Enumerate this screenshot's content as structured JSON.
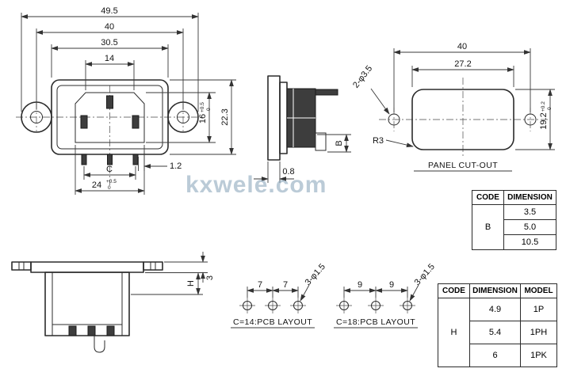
{
  "watermark": "kxwele.com",
  "front_view": {
    "dim_overall_width": "49.5",
    "dim_hole_spacing": "40",
    "dim_body_width": "30.5",
    "dim_top_opening": "14",
    "dim_recess_height": "16",
    "dim_recess_height_tol_plus": "+0.5",
    "dim_recess_height_tol_minus": "0",
    "dim_overall_height": "22.3",
    "dim_pin_offset": "1.2",
    "dim_pin_pitch": "C",
    "dim_recess_width": "24",
    "dim_recess_width_tol_plus": "+0.5",
    "dim_recess_width_tol_minus": "0"
  },
  "side_view": {
    "dim_flange_thickness": "0.8",
    "dim_code_b": "B"
  },
  "panel_cutout": {
    "dim_hole_spacing": "40",
    "dim_cutout_width": "27.2",
    "hole_callout": "2-φ3.5",
    "corner_radius": "R3",
    "dim_cutout_height": "19.2",
    "dim_cutout_height_tol_plus": "+0.2",
    "dim_cutout_height_tol_minus": "0",
    "label": "PANEL CUT-OUT"
  },
  "bottom_view": {
    "dim_code_h": "H",
    "dim_flange_thickness": "3"
  },
  "pcb_layout_c14": {
    "dim_pitch_left": "7",
    "dim_pitch_right": "7",
    "hole_callout": "3-φ1.5",
    "label": "C=14:PCB LAYOUT"
  },
  "pcb_layout_c18": {
    "dim_pitch_left": "9",
    "dim_pitch_right": "9",
    "hole_callout": "3-φ1.5",
    "label": "C=18:PCB LAYOUT"
  },
  "table_b": {
    "headers": [
      "CODE",
      "DIMENSION"
    ],
    "code": "B",
    "values": [
      "3.5",
      "5.0",
      "10.5"
    ]
  },
  "table_h": {
    "headers": [
      "CODE",
      "DIMENSION",
      "MODEL"
    ],
    "code": "H",
    "rows": [
      [
        "4.9",
        "1P"
      ],
      [
        "5.4",
        "1PH"
      ],
      [
        "6",
        "1PK"
      ]
    ]
  }
}
